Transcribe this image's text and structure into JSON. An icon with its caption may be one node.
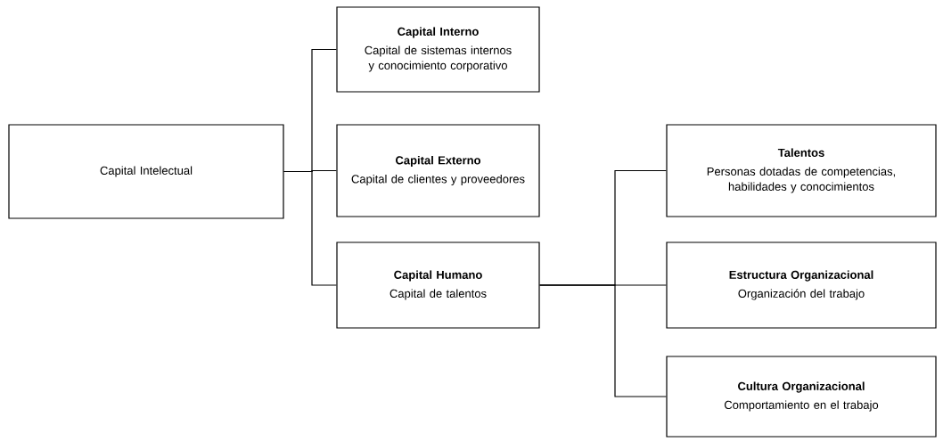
{
  "diagram": {
    "nodes": [
      {
        "text": [
          "Capital Intelectual"
        ]
      },
      {
        "text": [
          "Capital Interno",
          "Capital de sistemas internos y conocimiento corporativo"
        ]
      },
      {
        "text": [
          "Capital Externo",
          "Capital de clientes y proveedores"
        ]
      },
      {
        "text": [
          "Capital Humano",
          "Capital de talentos"
        ]
      },
      {
        "text": [
          "Talentos",
          "Personas dotadas de competencias, habilidades y conocimientos"
        ]
      },
      {
        "text": [
          "Estructura Organizacional",
          "Organización del trabajo"
        ]
      },
      {
        "text": [
          "Cultura Organizacional",
          "Comportamiento en el trabajo"
        ]
      }
    ],
    "edges": [
      {
        "from": 0,
        "to": 1,
        "arrow": "none"
      },
      {
        "from": 0,
        "to": 2,
        "arrow": "none"
      },
      {
        "from": 0,
        "to": 3,
        "arrow": "none"
      },
      {
        "from": 3,
        "to": 4,
        "arrow": "none"
      },
      {
        "from": 3,
        "to": 5,
        "arrow": "none"
      },
      {
        "from": 3,
        "to": 6,
        "arrow": "none"
      }
    ]
  }
}
